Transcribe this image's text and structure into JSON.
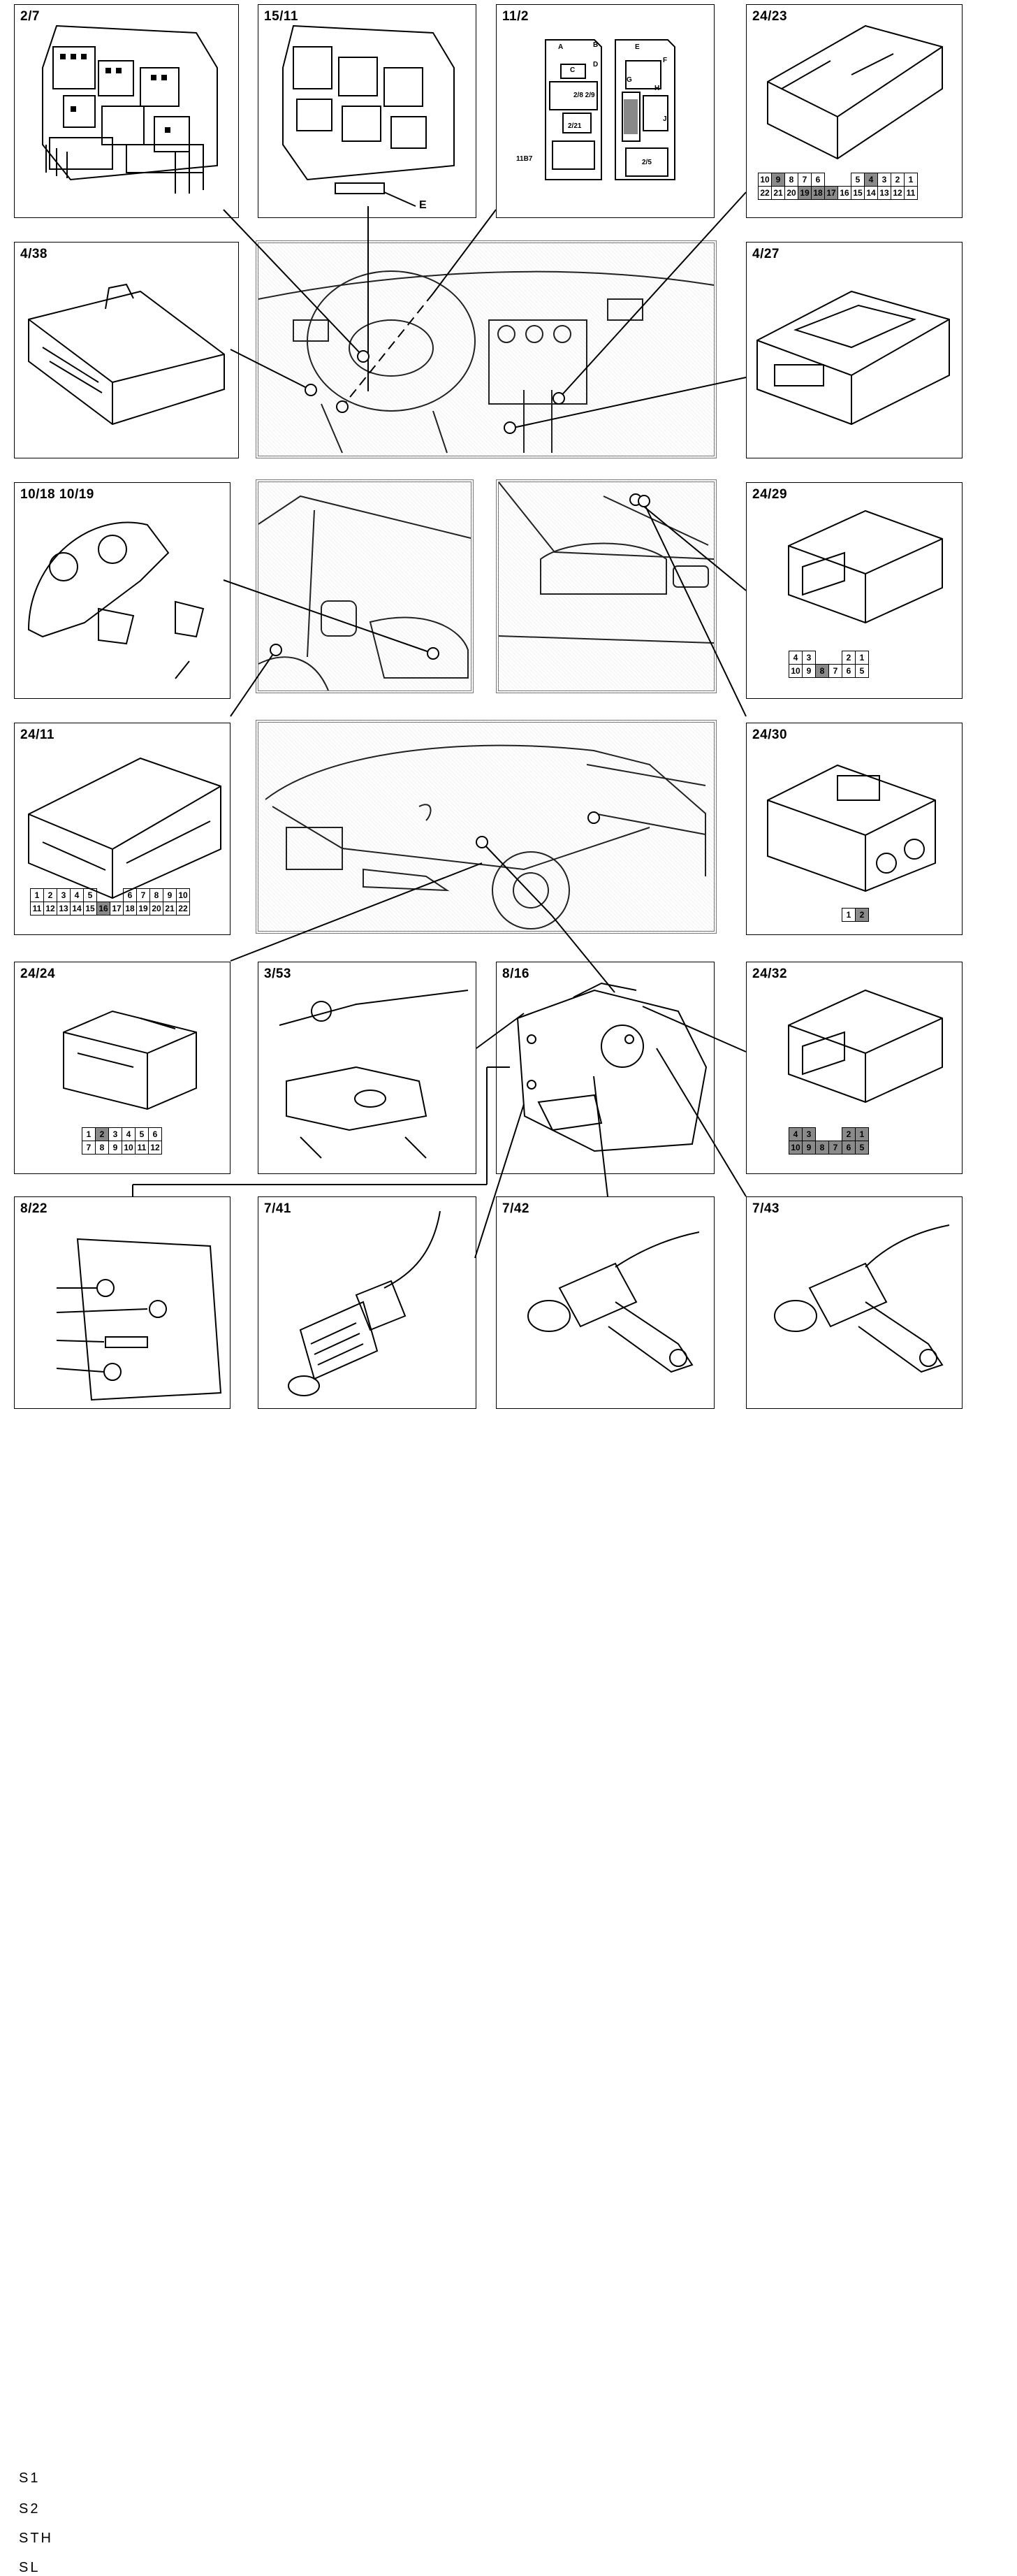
{
  "panels": {
    "p2_7": "2/7",
    "p15_11": "15/11",
    "p11_2": "11/2",
    "p24_23": "24/23",
    "p4_38": "4/38",
    "p4_27": "4/27",
    "p10_18": "10/18 10/19",
    "p24_29": "24/29",
    "p24_11": "24/11",
    "p24_30": "24/30",
    "p24_24": "24/24",
    "p3_53": "3/53",
    "p8_16": "8/16",
    "p24_32": "24/32",
    "p8_22": "8/22",
    "p7_41": "7/41",
    "p7_42": "7/42",
    "p7_43": "7/43"
  },
  "callouts": {
    "e_label": "E",
    "fuse_A": "A",
    "fuse_B": "B",
    "fuse_C": "C",
    "fuse_D": "D",
    "fuse_E": "E",
    "fuse_F": "F",
    "fuse_G": "G",
    "fuse_H": "H",
    "fuse_J": "J",
    "fuse_28_29": "2/8 2/9",
    "fuse_221": "2/21",
    "fuse_25": "2/5",
    "fuse_11b7": "11B7"
  },
  "sensor_labels": {
    "s1": "S1",
    "s2": "S2",
    "sth": "STH",
    "sl": "SL"
  },
  "pinouts": {
    "p24_23": {
      "row1": [
        "10",
        "9",
        "8",
        "7",
        "6",
        "",
        "",
        "5",
        "4",
        "3",
        "2",
        "1"
      ],
      "row2": [
        "22",
        "21",
        "20",
        "19",
        "18",
        "17",
        "16",
        "15",
        "14",
        "13",
        "12",
        "11"
      ],
      "shaded": [
        "9",
        "4",
        "19",
        "18",
        "17"
      ]
    },
    "p24_29": {
      "row1": [
        "4",
        "3",
        "",
        "",
        "2",
        "1"
      ],
      "row2": [
        "10",
        "9",
        "8",
        "7",
        "6",
        "5"
      ],
      "shaded": [
        "8"
      ]
    },
    "p24_11": {
      "row1": [
        "1",
        "2",
        "3",
        "4",
        "5",
        "",
        "",
        "6",
        "7",
        "8",
        "9",
        "10"
      ],
      "row2": [
        "11",
        "12",
        "13",
        "14",
        "15",
        "16",
        "17",
        "18",
        "19",
        "20",
        "21",
        "22"
      ],
      "shaded": [
        "16"
      ]
    },
    "p24_30": {
      "row1": [
        "1",
        "2"
      ],
      "shaded": [
        "2"
      ]
    },
    "p24_24": {
      "row1": [
        "1",
        "2",
        "3",
        "4",
        "5",
        "6"
      ],
      "row2": [
        "7",
        "8",
        "9",
        "10",
        "11",
        "12"
      ],
      "shaded": [
        "2"
      ]
    },
    "p24_32": {
      "row1": [
        "4",
        "3",
        "",
        "",
        "2",
        "1"
      ],
      "row2": [
        "10",
        "9",
        "8",
        "7",
        "6",
        "5"
      ],
      "shaded": [
        "4",
        "3",
        "2",
        "1",
        "10",
        "9",
        "8",
        "7",
        "6",
        "5"
      ]
    }
  }
}
